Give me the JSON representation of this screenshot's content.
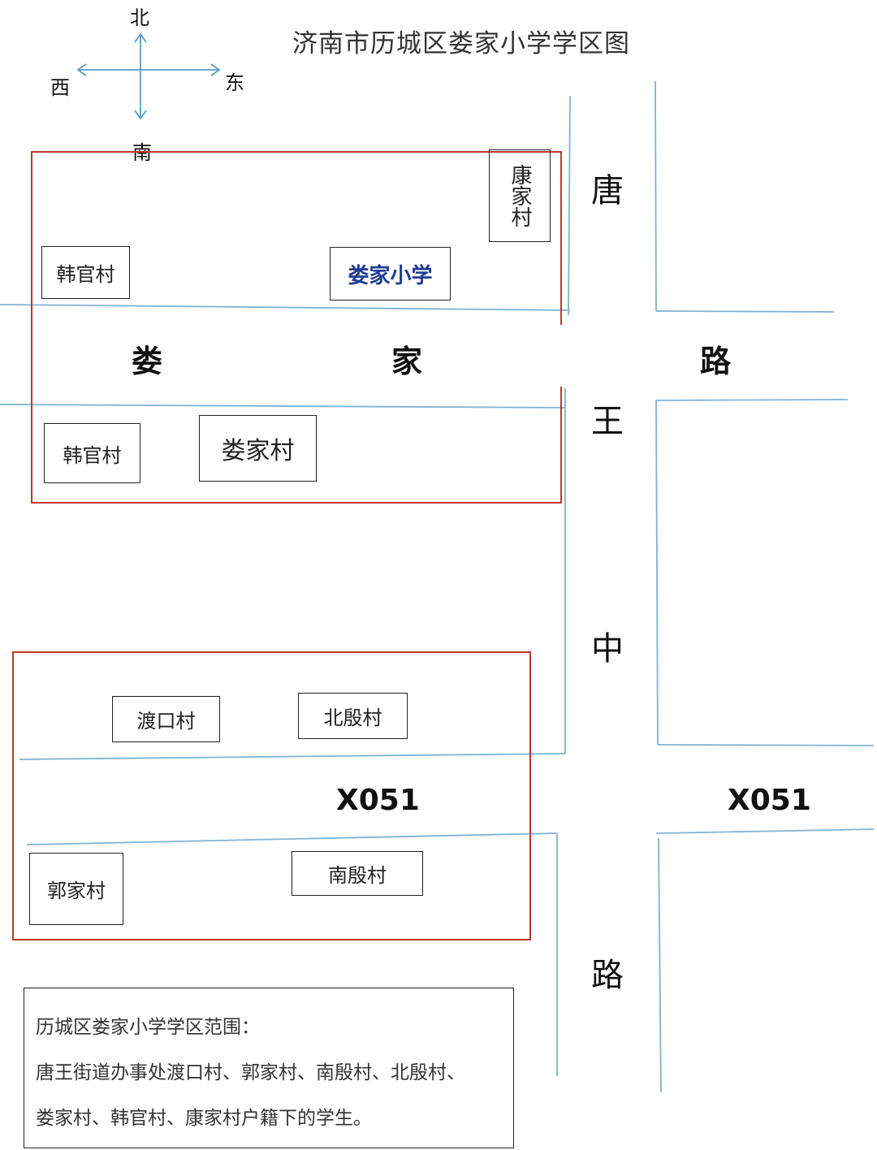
{
  "title": "济南市历城区娄家小学学区图",
  "compass": {
    "north": "北",
    "south": "南",
    "east": "东",
    "west": "西"
  },
  "school": "娄家小学",
  "villages": {
    "kangjia": "康家村",
    "hanguan_north": "韩官村",
    "hanguan_south": "韩官村",
    "loujia": "娄家村",
    "dukou": "渡口村",
    "beiyin": "北殷村",
    "guojia": "郭家村",
    "nanyin": "南殷村"
  },
  "roads": {
    "loujia_road": {
      "c1": "娄",
      "c2": "家",
      "c3": "路"
    },
    "tangwangzhong_road": {
      "c1": "唐",
      "c2": "王",
      "c3": "中",
      "c4": "路"
    },
    "x051_left": "X051",
    "x051_right": "X051"
  },
  "info": {
    "heading": "历城区娄家小学学区范围：",
    "line1": "唐王街道办事处渡口村、郭家村、南殷村、北殷村、",
    "line2": "娄家村、韩官村、康家村户籍下的学生。"
  },
  "colors": {
    "road_line": "#7fb2d4",
    "region_border": "#c0392b",
    "school_text": "#1f3c8f"
  }
}
